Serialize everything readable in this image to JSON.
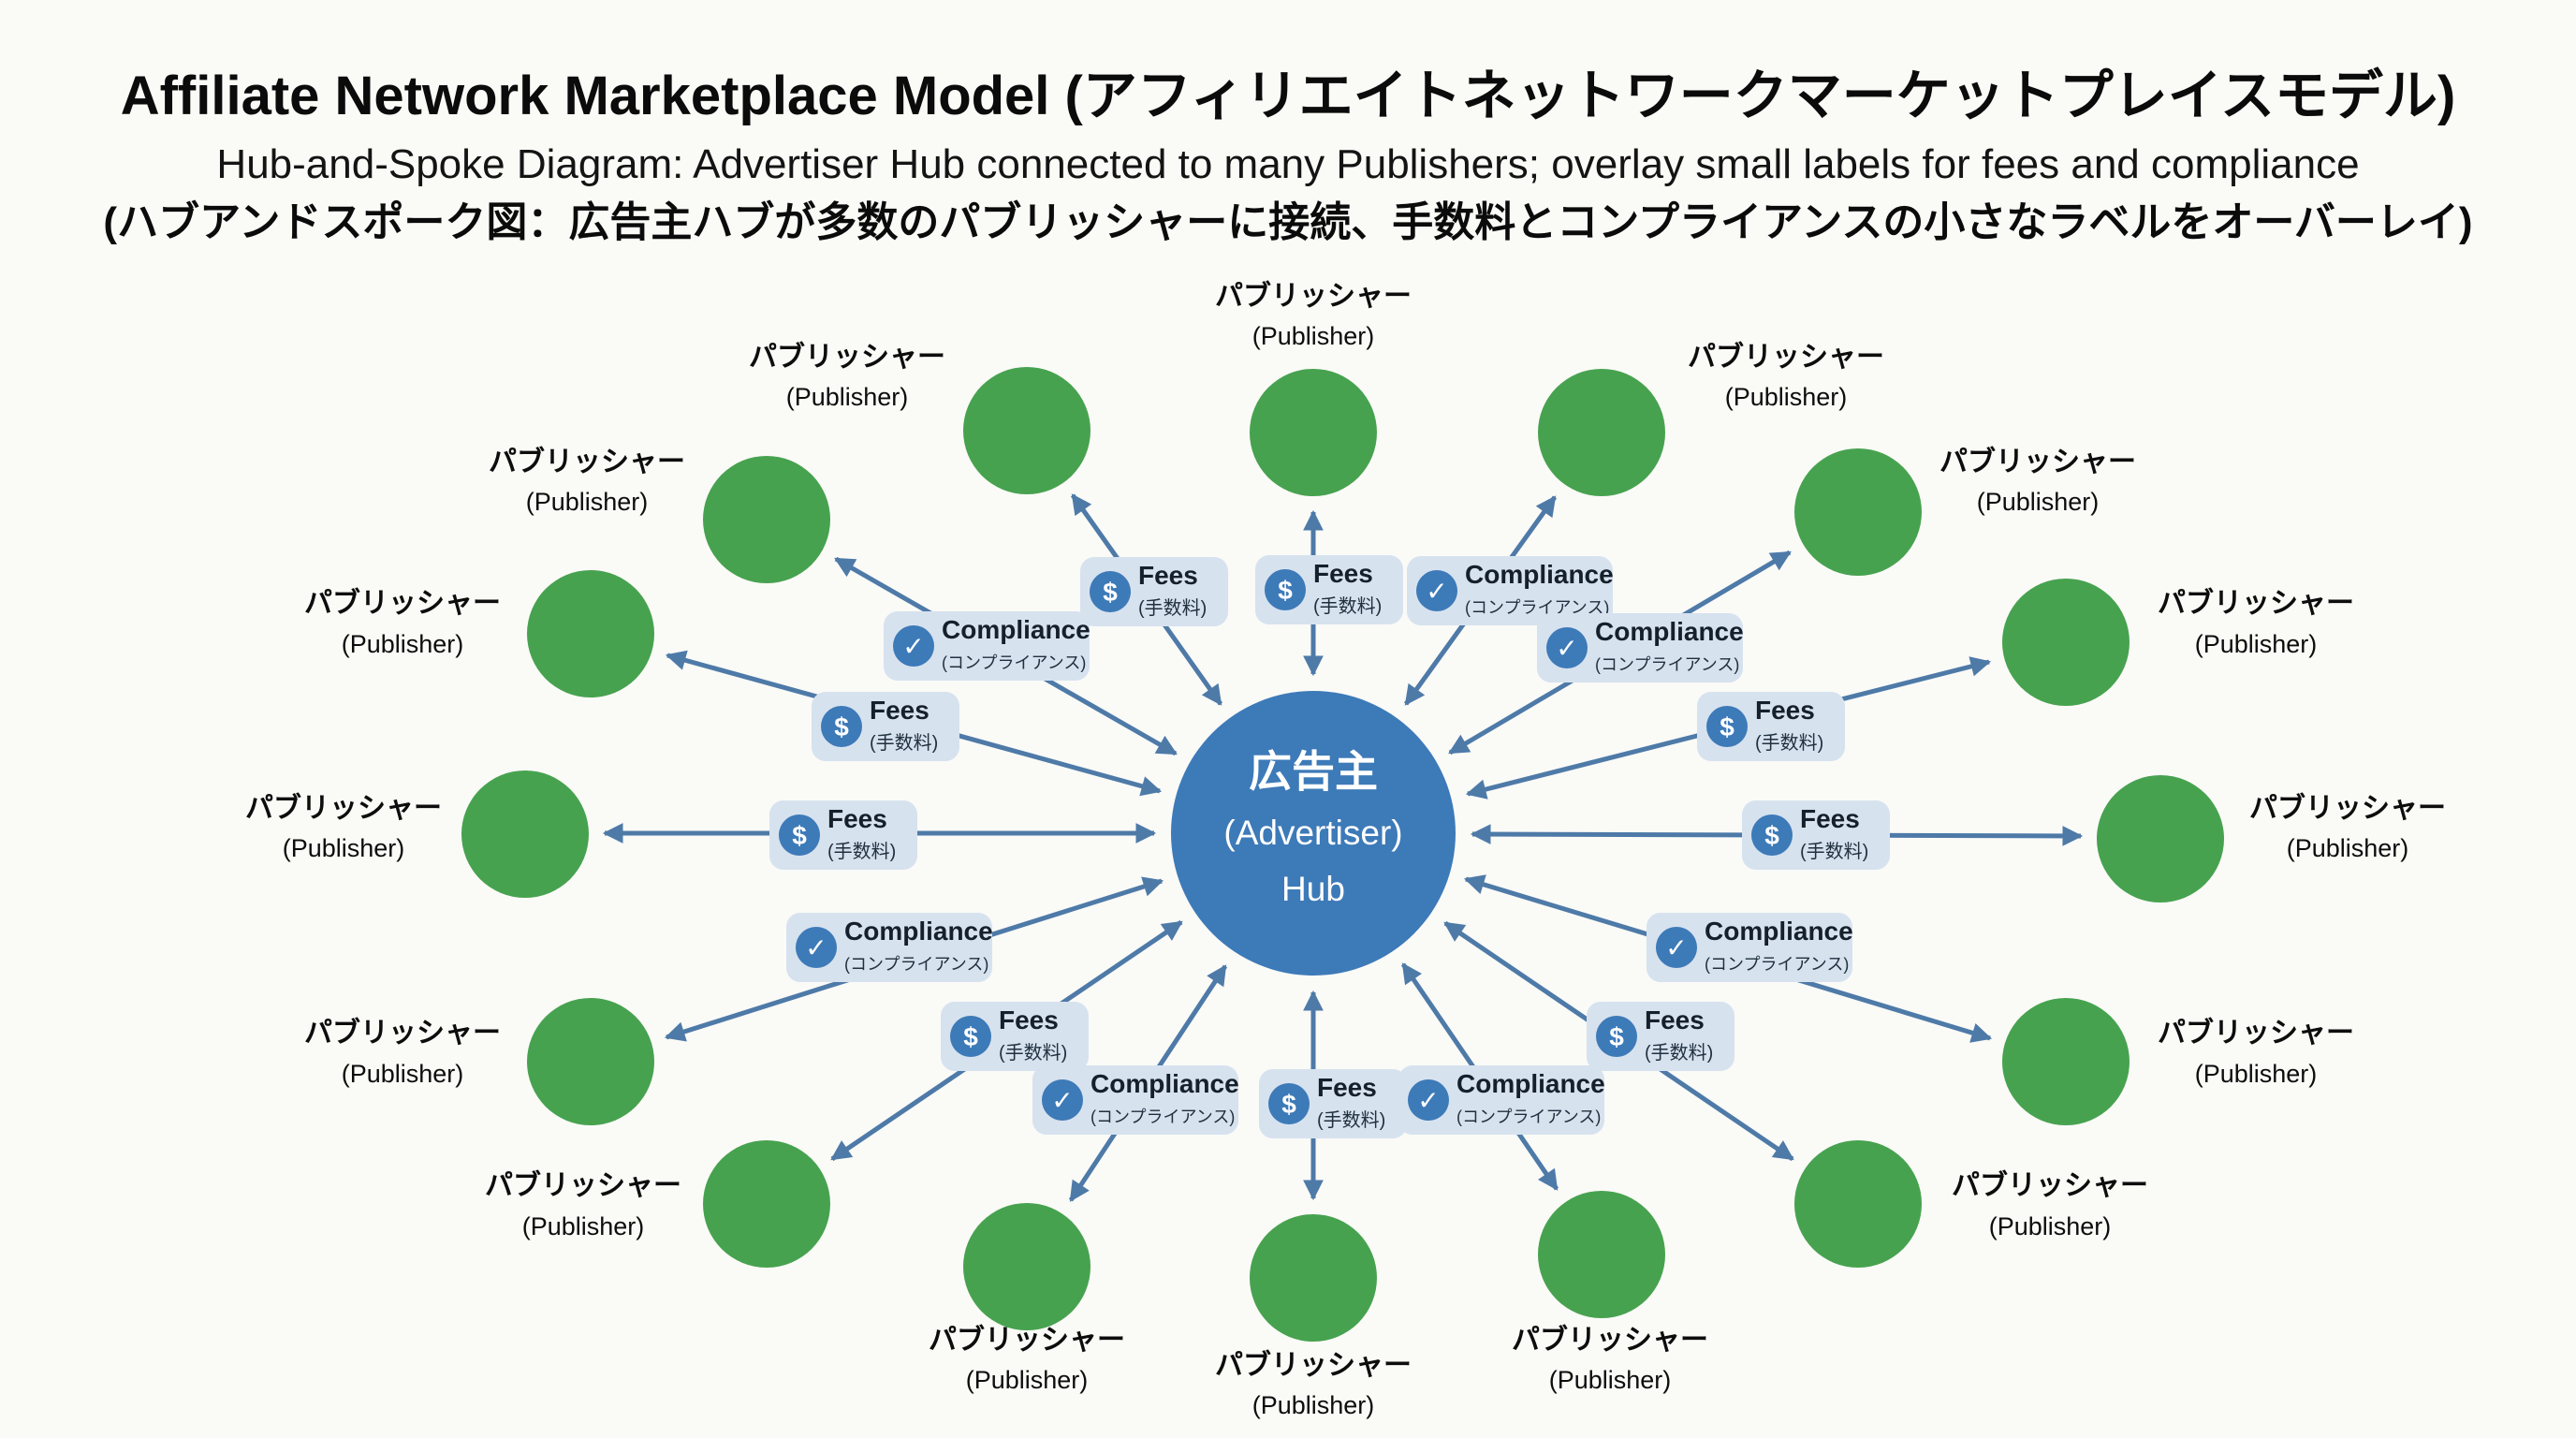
{
  "header": {
    "title": "Affiliate Network Marketplace Model (アフィリエイトネットワークマーケットプレイスモデル)",
    "subtitle_en": "Hub-and-Spoke Diagram: Advertiser Hub connected to many Publishers; overlay small labels for fees and compliance",
    "subtitle_jp": "(ハブアンドスポーク図：広告主ハブが多数のパブリッシャーに接続、手数料とコンプライアンスの小さなラベルをオーバーレイ)"
  },
  "diagram": {
    "type": "hub-and-spoke",
    "hub": {
      "label_jp": "広告主",
      "label_en": "(Advertiser)",
      "label_role": "Hub"
    },
    "publisher": {
      "label_jp": "パブリッシャー",
      "label_en": "(Publisher)",
      "count": 16
    },
    "badges": {
      "fees": {
        "icon": "$",
        "label": "Fees",
        "label_jp": "(手数料)",
        "count": 9
      },
      "compliance": {
        "icon": "✓",
        "label": "Compliance",
        "label_jp": "(コンプライアンス)",
        "count": 7
      }
    }
  },
  "colors": {
    "background": "#fafaf7",
    "hub_fill": "#3d7ab8",
    "publisher_fill": "#47a24f",
    "arrow": "#4e7aa8",
    "badge_bg": "#d7e2ef",
    "badge_icon": "#3d7ab8",
    "text": "#111111"
  }
}
